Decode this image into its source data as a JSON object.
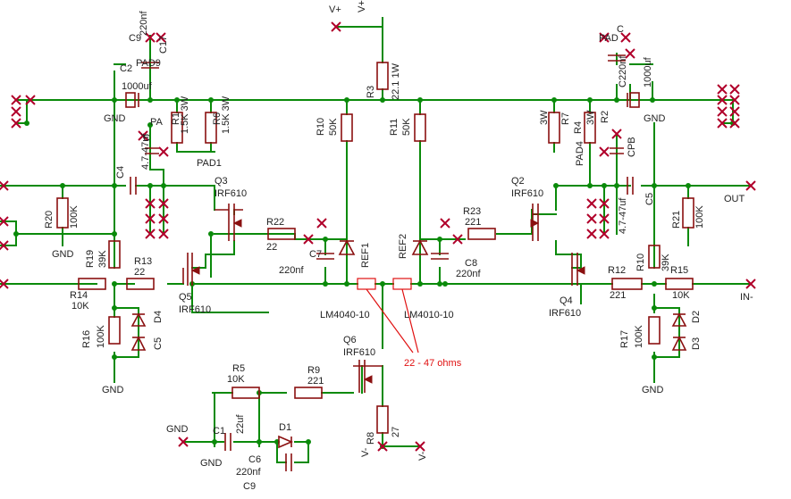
{
  "labels": {
    "vplus_a": "V+",
    "vplus_b": "V+",
    "r3": "R3",
    "r3v": "22.1 1W",
    "c9_top": "C9",
    "c9_topv": "220nf",
    "c17": "C17",
    "c2": "C2",
    "c2v": "1000uf",
    "pad9": "PAD9",
    "gnd_tl": "GND",
    "r1": "R1",
    "r1v": "1.5K 3W",
    "r6": "R6",
    "r6v": "1.5K 3W",
    "pa": "PA",
    "c_l": "C",
    "pad1": "PAD1",
    "c4": "C4",
    "c4v": "4.7-47uf",
    "q3": "Q3",
    "q3v": "IRF610",
    "r10m": "R10",
    "r10mv": "50K",
    "r11": "R11",
    "r11v": "50K",
    "r20": "R20",
    "r20v": "100K",
    "gnd_l": "GND",
    "r19": "R19",
    "r19v": "39K",
    "r13": "R13",
    "r13v": "22",
    "r22": "R22",
    "r22v": "22",
    "c7": "C7",
    "c7v": "220nf",
    "ref1": "REF1",
    "ref2": "REF2",
    "c8": "C8",
    "c8v": "220nf",
    "r23": "R23",
    "r23v": "221",
    "r14": "R14",
    "r14v": "10K",
    "q5": "Q5",
    "q5v": "IRF610",
    "r16": "R16",
    "r16v": "100K",
    "c5l": "C5",
    "d4": "D4",
    "gnd_bl": "GND",
    "lm_a": "LM4040-10",
    "lm_b": "LM4010-10",
    "q6": "Q6",
    "q6v": "IRF610",
    "note": "22 - 47 ohms",
    "r5": "R5",
    "r5v": "10K",
    "r9": "R9",
    "r9v": "221",
    "r8": "R8",
    "r8v": "27",
    "gnd_b": "GND",
    "gnd_b2": "GND",
    "c1": "C1",
    "c1v": "22uf",
    "d1": "D1",
    "c6": "C6",
    "c6v": "220nf",
    "c9": "C9",
    "vminus_a": "V-",
    "vminus_b": "V-",
    "pad_r": "PAD",
    "c_r": "C",
    "c220": "C220nf",
    "u1000": "1000uf",
    "r7": "R7",
    "r4": "R4",
    "r2": "R2",
    "w3a": "3W",
    "w3b": "3W",
    "pad4": "PAD4",
    "cpb": "CPB",
    "gnd_tr": "GND",
    "q2": "Q2",
    "q2v": "IRF610",
    "c5r": "C5",
    "c5rv": "4.7-47uf",
    "out": "OUT",
    "r21": "R21",
    "r21v": "100K",
    "r12": "R12",
    "r12v": "221",
    "r10r": "R10",
    "r10rv": "39K",
    "r15": "R15",
    "r15v": "10K",
    "in_minus": "IN-",
    "q4": "Q4",
    "q4v": "IRF610",
    "r17": "R17",
    "r17v": "100K",
    "d2": "D2",
    "d3": "D3",
    "gnd_br": "GND"
  }
}
